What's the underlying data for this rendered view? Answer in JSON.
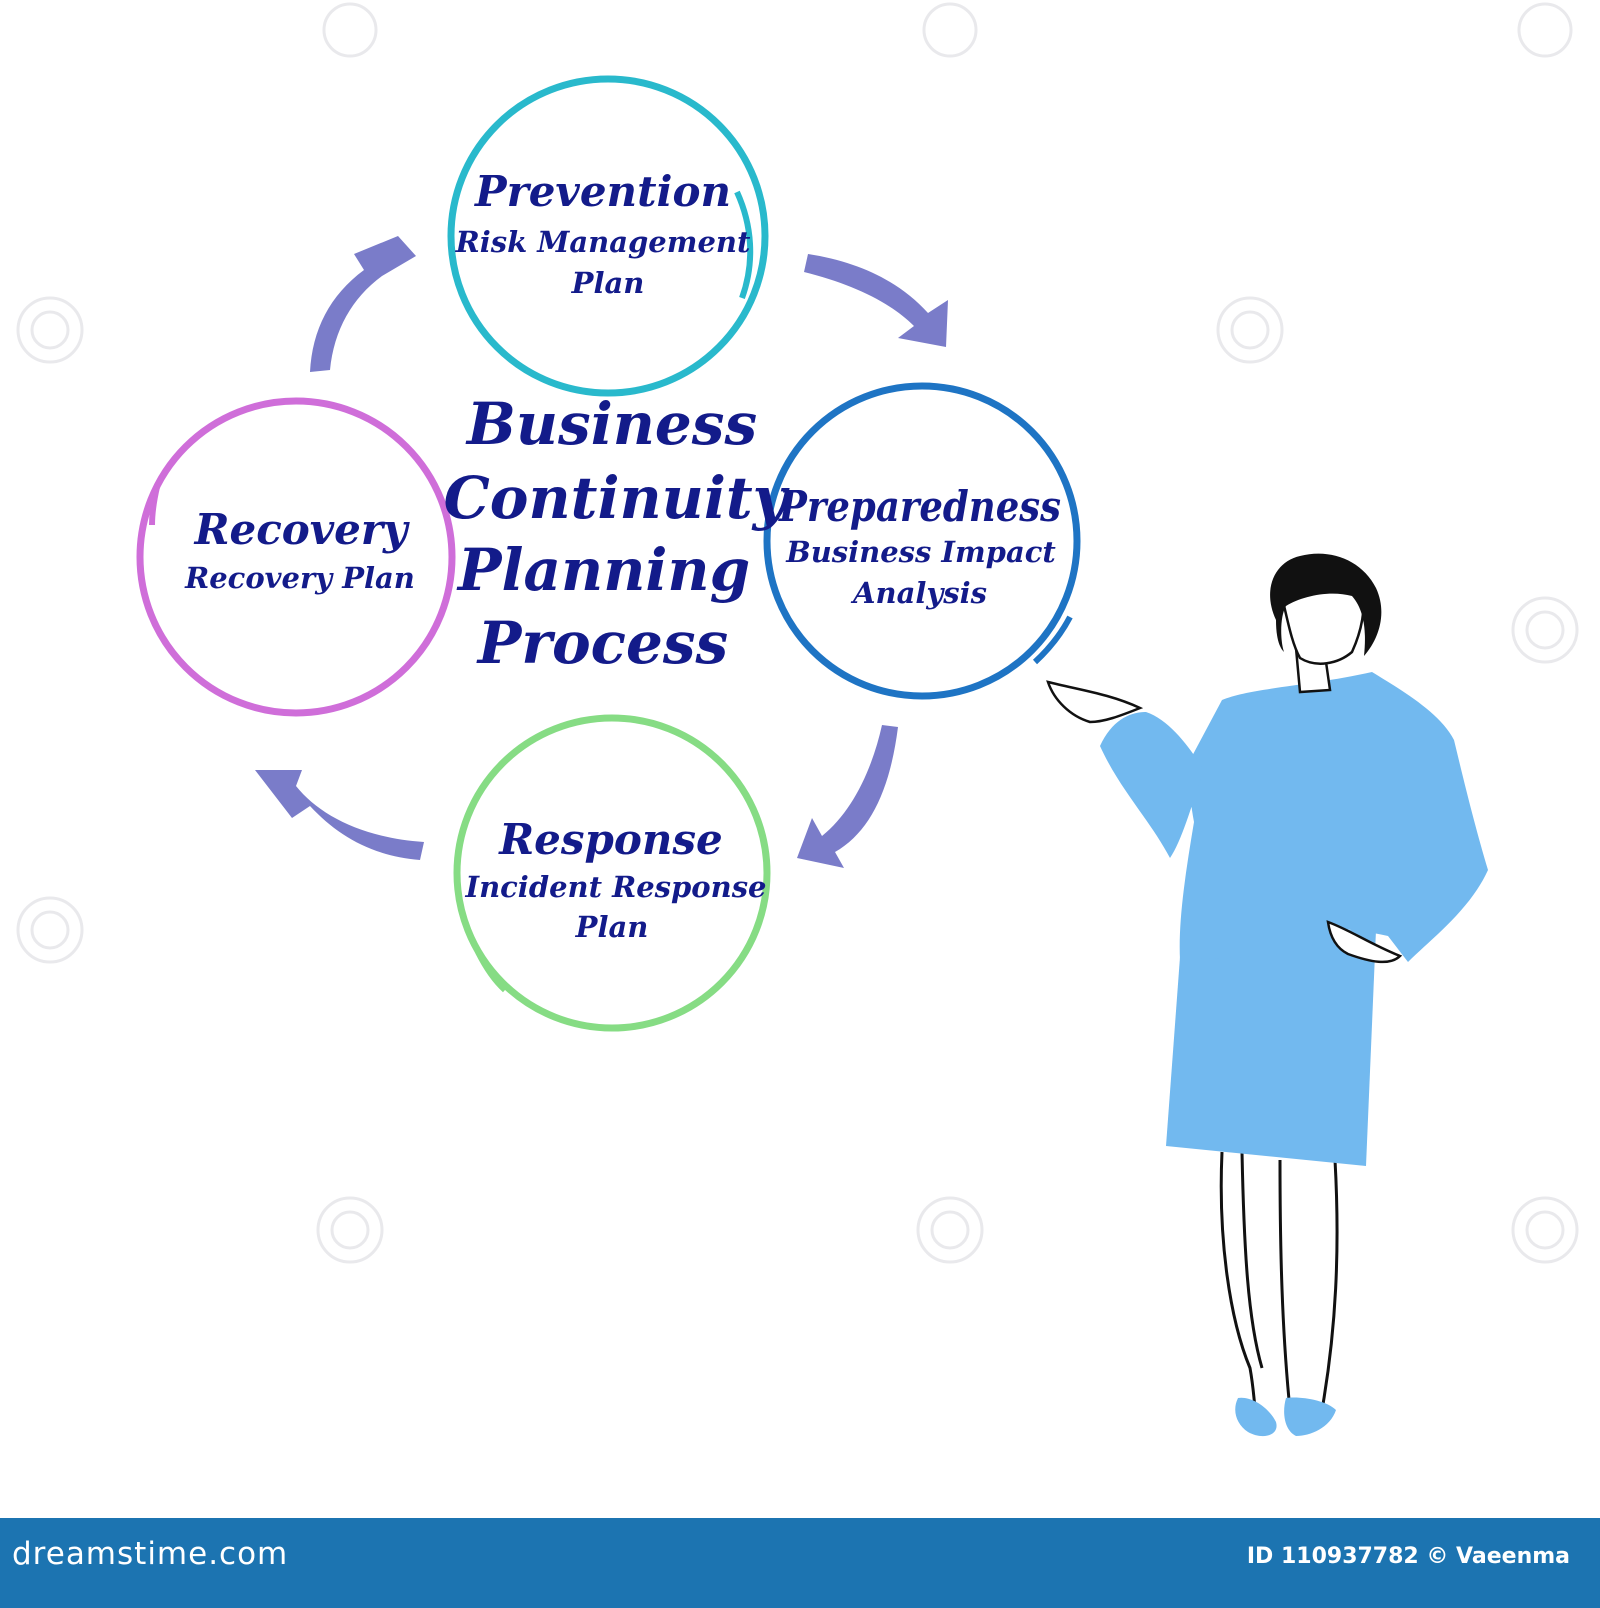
{
  "diagram": {
    "title_lines": [
      "Business",
      "Continuity",
      "Planning",
      "Process"
    ],
    "nodes": [
      {
        "title": "Prevention",
        "subtitle_lines": [
          "Risk Management",
          "Plan"
        ],
        "color": "#29b9cc"
      },
      {
        "title": "Preparedness",
        "subtitle_lines": [
          "Business Impact",
          "Analysis"
        ],
        "color": "#1e74c4"
      },
      {
        "title": "Response",
        "subtitle_lines": [
          "Incident Response",
          "Plan"
        ],
        "color": "#86dc84"
      },
      {
        "title": "Recovery",
        "subtitle_lines": [
          "Recovery Plan"
        ],
        "color": "#cf6ed9"
      }
    ],
    "arrow_color": "#7a7cc9",
    "text_color": "#131b8a"
  },
  "illustration": {
    "subject": "presenter-woman",
    "suit_color": "#72b9ef",
    "hair_color": "#111111"
  },
  "footer": {
    "logo": "dreamstime.com",
    "credit": "ID 110937782 © Vaeenma",
    "background": "#1c74b1"
  }
}
